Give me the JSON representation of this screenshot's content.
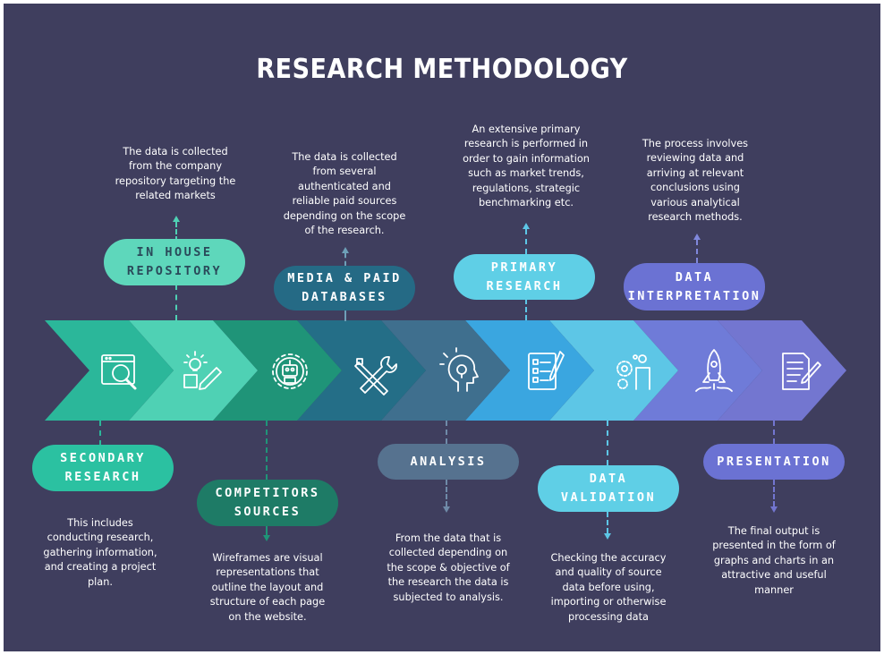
{
  "title": "RESEARCH METHODOLOGY",
  "colors": {
    "background": "#3f3e5e",
    "chevrons": [
      "#2bb79a",
      "#4fd1b4",
      "#1f9478",
      "#246e87",
      "#3f6f8e",
      "#3aa6e0",
      "#5dc6e6",
      "#6f7bd8",
      "#7376d0"
    ]
  },
  "steps": [
    {
      "icon": "magnifier-window-icon"
    },
    {
      "icon": "lightbulb-pencil-icon"
    },
    {
      "icon": "robot-gear-icon"
    },
    {
      "icon": "tools-icon"
    },
    {
      "icon": "head-lightbulb-icon"
    },
    {
      "icon": "checklist-icon"
    },
    {
      "icon": "gears-person-icon"
    },
    {
      "icon": "rocket-icon"
    },
    {
      "icon": "document-pen-icon"
    }
  ],
  "top": [
    {
      "label": "IN HOUSE\nREPOSITORY",
      "description": "The data is collected from the company repository targeting the related markets"
    },
    {
      "label": "MEDIA & PAID\nDATABASES",
      "description": "The data is collected from several authenticated and reliable paid  sources depending on the scope of the research."
    },
    {
      "label": "PRIMARY\nRESEARCH",
      "description": "An extensive primary research is performed in order to gain  information such as market trends, regulations, strategic benchmarking etc."
    },
    {
      "label": "DATA\nINTERPRETATION",
      "description": "The process involves reviewing data and arriving at relevant conclusions using various analytical research methods."
    }
  ],
  "bottom": [
    {
      "label": "SECONDARY\nRESEARCH",
      "description": "This includes conducting research, gathering information, and creating a project plan."
    },
    {
      "label": "COMPETITORS\nSOURCES",
      "description": "Wireframes are visual representations that outline the layout and structure of each page on the website."
    },
    {
      "label": "ANALYSIS",
      "description": "From the data that is collected depending on the scope & objective of the research the data is subjected to analysis."
    },
    {
      "label": "DATA\nVALIDATION",
      "description": "Checking the accuracy and quality of source data before using, importing or otherwise processing data"
    },
    {
      "label": "PRESENTATION",
      "description": "The final output is presented in the form of graphs and charts in an attractive and useful manner"
    }
  ]
}
